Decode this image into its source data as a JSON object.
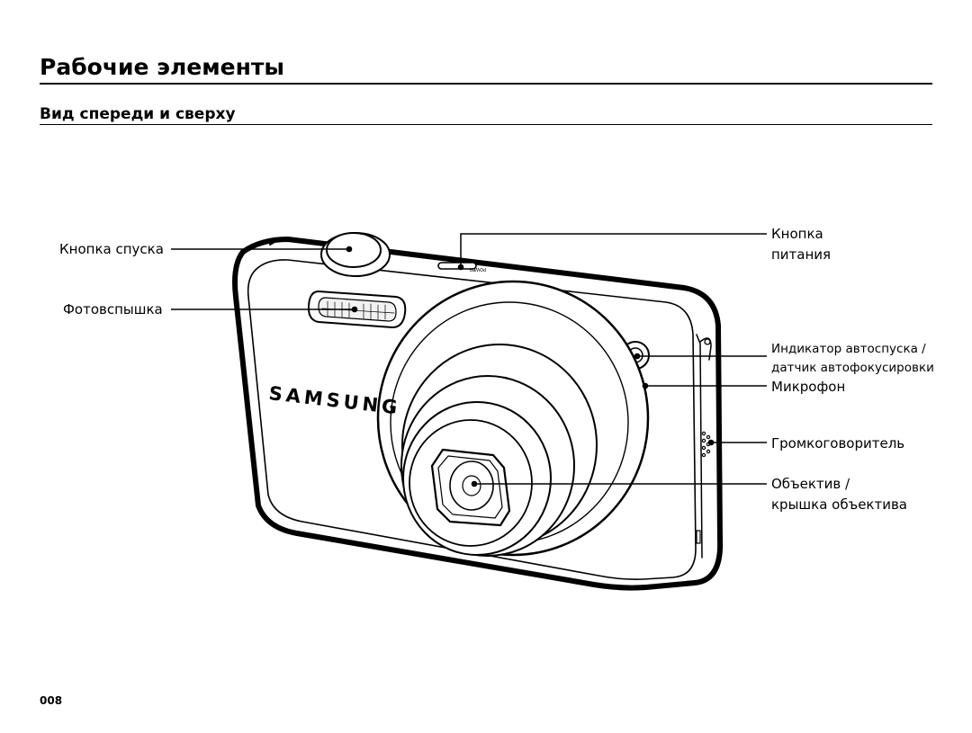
{
  "header": {
    "title": "Рабочие элементы",
    "subtitle": "Вид спереди и сверху"
  },
  "camera": {
    "brand": "SAMSUNG",
    "power_marking": "POWER"
  },
  "labels": {
    "shutter_button": "Кнопка спуска",
    "flash": "Фотовспышка",
    "power_button_line1": "Кнопка",
    "power_button_line2": "питания",
    "af_lamp_line1": "Индикатор автоспуска /",
    "af_lamp_line2": "датчик автофокусировки",
    "microphone": "Микрофон",
    "speaker": "Громкоговоритель",
    "lens_line1": "Объектив /",
    "lens_line2": "крышка объектива"
  },
  "footer": {
    "page_number": "008"
  }
}
